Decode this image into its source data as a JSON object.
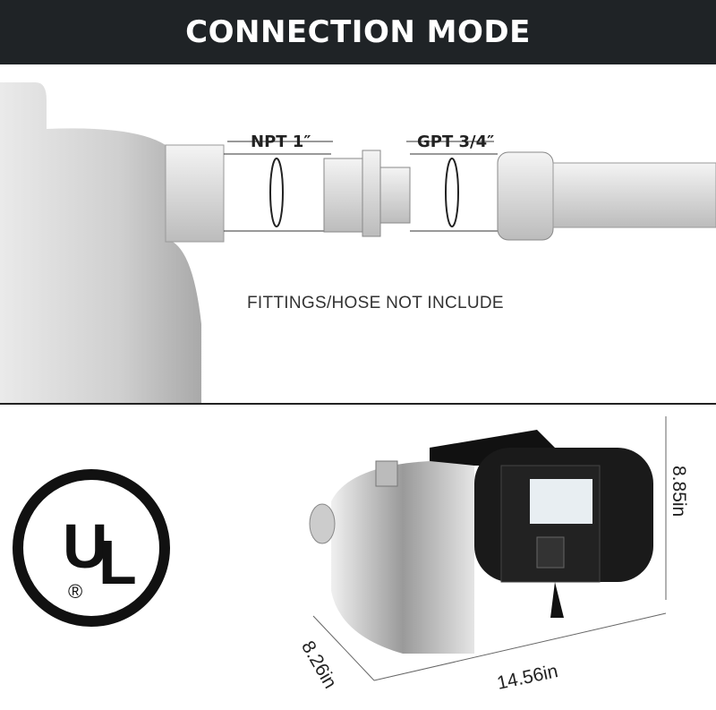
{
  "header": {
    "title": "CONNECTION MODE"
  },
  "diagram": {
    "inlet_label": "NPT 1″",
    "outlet_label": "GPT 3/4″",
    "note": "FITTINGS/HOSE NOT INCLUDE"
  },
  "product": {
    "certification_logo": "UL",
    "dimensions": {
      "height": "8.85in",
      "depth": "8.26in",
      "length": "14.56in"
    }
  }
}
